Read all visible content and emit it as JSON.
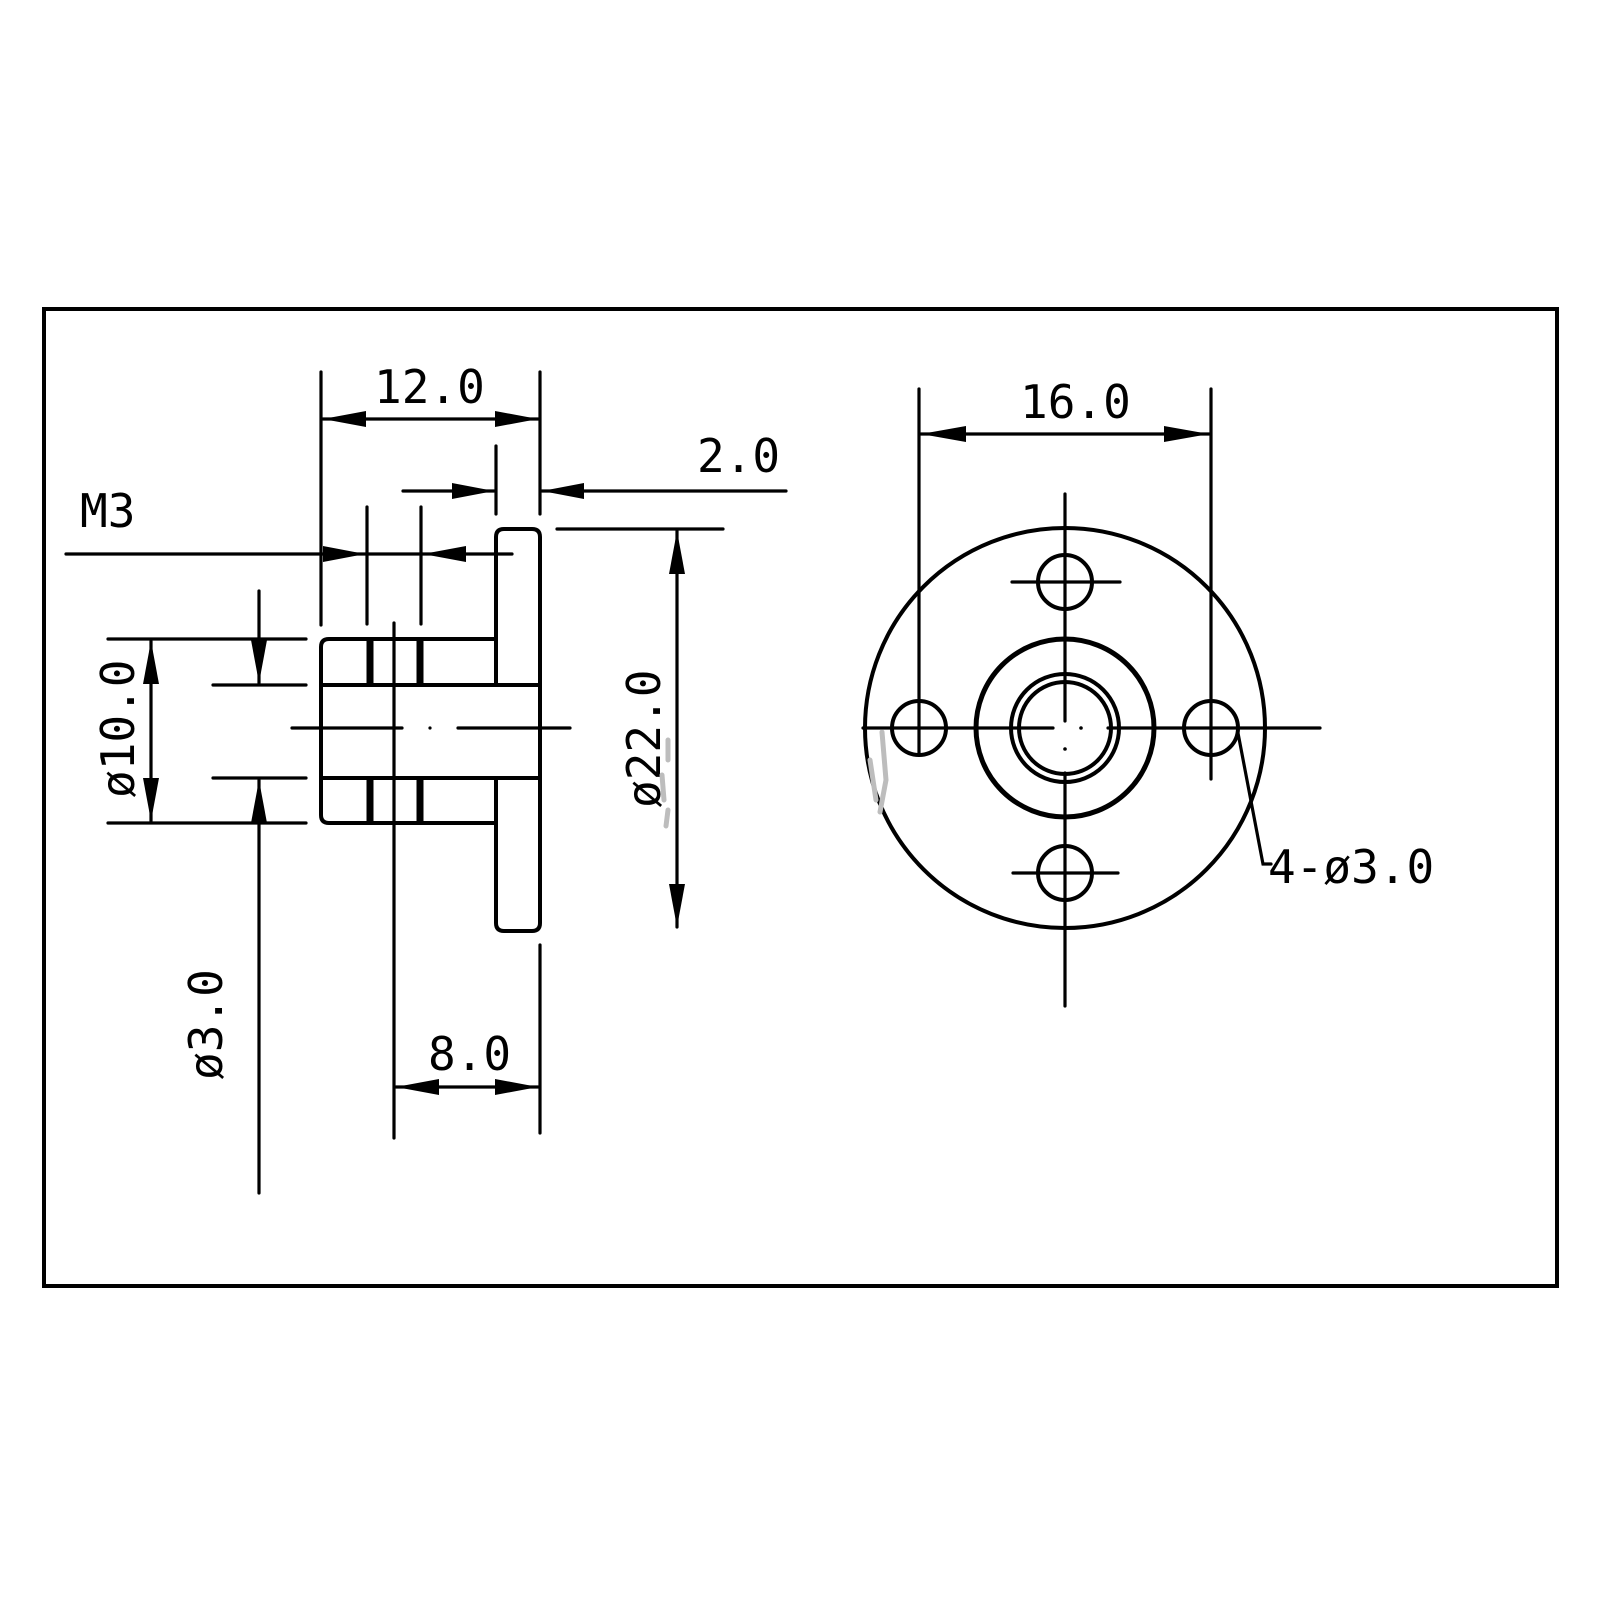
{
  "drawing": {
    "title": "Flange coupling technical drawing",
    "colors": {
      "line": "#000000",
      "background": "#ffffff",
      "ghost_mark": "#bdbdbd"
    },
    "side_view": {
      "labels": {
        "overall_length": "12.0",
        "flange_thickness": "2.0",
        "set_screw_thread": "M3",
        "hub_diameter": "ø10.0",
        "flange_diameter": "ø22.0",
        "bore_diameter": "ø3.0",
        "hub_length": "8.0"
      }
    },
    "front_view": {
      "labels": {
        "bolt_circle_span": "16.0",
        "mounting_holes": "4-ø3.0"
      }
    }
  }
}
